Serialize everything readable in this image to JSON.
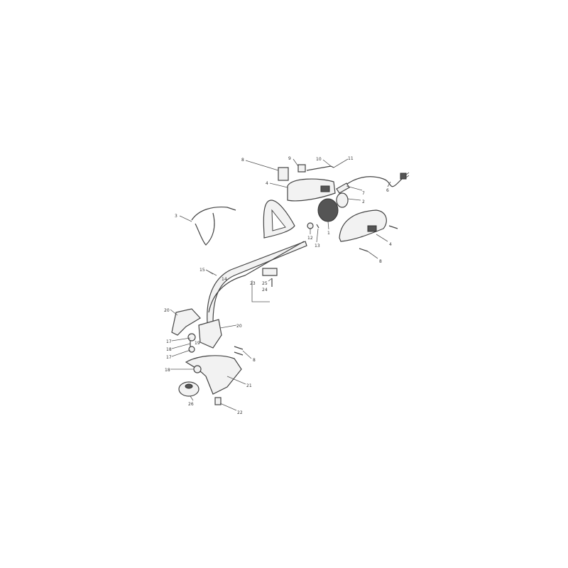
{
  "callouts": [
    "8",
    "9",
    "10",
    "11",
    "6",
    "7",
    "2",
    "4",
    "3",
    "1",
    "4",
    "12",
    "13",
    "8",
    "15",
    "14",
    "23",
    "25",
    "24",
    "20",
    "20",
    "17",
    "19",
    "18",
    "17",
    "8",
    "18",
    "21",
    "26",
    "22"
  ]
}
